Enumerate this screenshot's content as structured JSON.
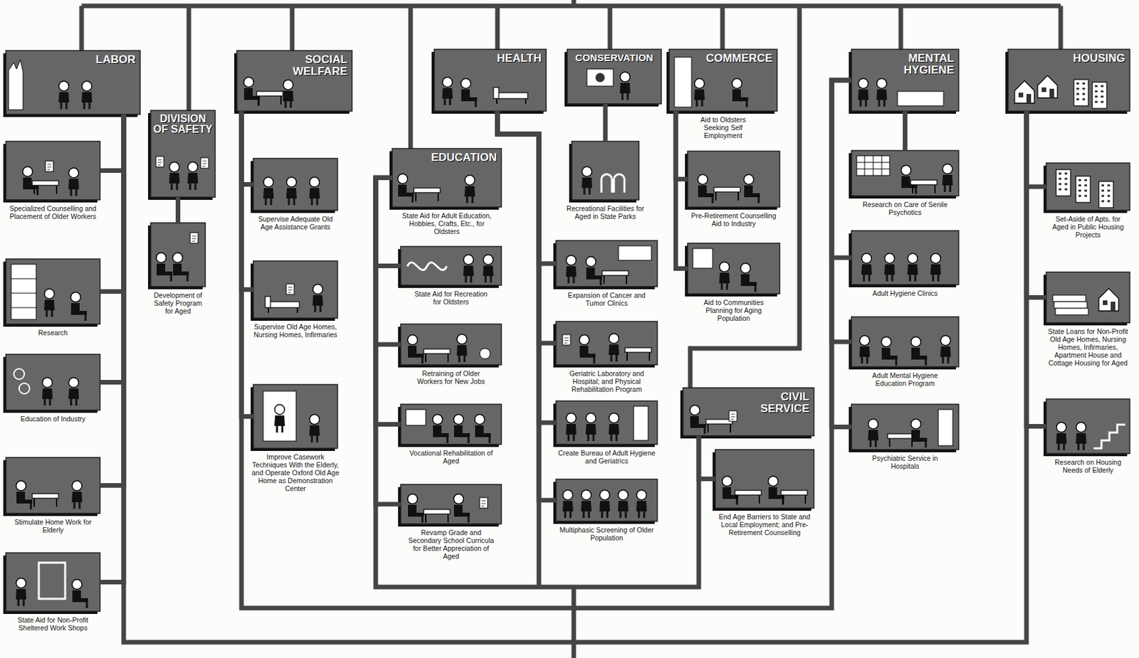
{
  "diagram": {
    "nodes": [
      {
        "text": [
          "LABOR"
        ]
      },
      {
        "text": [
          "Specialized Counselling and Placement of Older Workers"
        ]
      },
      {
        "text": [
          "Research"
        ]
      },
      {
        "text": [
          "Education of Industry"
        ]
      },
      {
        "text": [
          "Stimulate Home Work for Elderly"
        ]
      },
      {
        "text": [
          "State Aid for Non-Profit Sheltered Work Shops"
        ]
      },
      {
        "text": [
          "DIVISION OF SAFETY"
        ]
      },
      {
        "text": [
          "Development of Safety Program for Aged"
        ]
      },
      {
        "text": [
          "SOCIAL WELFARE"
        ]
      },
      {
        "text": [
          "Supervise Adequate Old Age Assistance Grants"
        ]
      },
      {
        "text": [
          "Supervise Old Age Homes, Nursing Homes, Infirmaries"
        ]
      },
      {
        "text": [
          "Improve Casework Techniques With the Elderly, and Operate Oxford Old Age Home as Demonstration Center"
        ]
      },
      {
        "text": [
          "HEALTH"
        ]
      },
      {
        "text": [
          "Expansion of Cancer and Tumor Clinics"
        ]
      },
      {
        "text": [
          "Geriatric Laboratory and Hospital; and Physical Rehabilitation Program"
        ]
      },
      {
        "text": [
          "Create Bureau of Adult Hygiene and Geriatrics"
        ]
      },
      {
        "text": [
          "Multiphasic Screening of Older Population"
        ]
      },
      {
        "text": [
          "EDUCATION",
          "State Aid for Adult Education, Hobbies, Crafts, Etc., for Oldsters"
        ]
      },
      {
        "text": [
          "State Aid for Recreation for Oldsters"
        ]
      },
      {
        "text": [
          "Retraining of Older Workers for New Jobs"
        ]
      },
      {
        "text": [
          "Vocational Rehabilitation of Aged"
        ]
      },
      {
        "text": [
          "Revamp Grade and Secondary School Curricula for Better Appreciation of Aged"
        ]
      },
      {
        "text": [
          "CONSERVATION"
        ]
      },
      {
        "text": [
          "Recreational Facilities for Aged in State Parks"
        ]
      },
      {
        "text": [
          "COMMERCE",
          "Aid to Oldsters Seeking Self Employment"
        ]
      },
      {
        "text": [
          "Pre-Retirement Counselling Aid to Industry"
        ]
      },
      {
        "text": [
          "Aid to Communities Planning for Aging Population"
        ]
      },
      {
        "text": [
          "CIVIL SERVICE"
        ]
      },
      {
        "text": [
          "End Age Barriers to State and Local Employment; and Pre-Retirement Counselling"
        ]
      },
      {
        "text": [
          "MENTAL HYGIENE"
        ]
      },
      {
        "text": [
          "Research on Care of Senile Psychotics"
        ]
      },
      {
        "text": [
          "Adult Hygiene Clinics"
        ]
      },
      {
        "text": [
          "Adult Mental Hygiene Education Program"
        ]
      },
      {
        "text": [
          "Psychiatric Service in Hospitals"
        ]
      },
      {
        "text": [
          "HOUSING"
        ]
      },
      {
        "text": [
          "Set-Aside of Apts. for Aged in Public Housing Projects"
        ]
      },
      {
        "text": [
          "State Loans for Non-Profit Old Age Homes, Nursing Homes, Infirmaries, Apartment House and Cottage Housing for Aged"
        ]
      },
      {
        "text": [
          "Research on Housing Needs of Elderly"
        ]
      }
    ],
    "edges": [
      {
        "from": 0,
        "to": 1,
        "arrow": "none"
      },
      {
        "from": 0,
        "to": 2,
        "arrow": "none"
      },
      {
        "from": 0,
        "to": 3,
        "arrow": "none"
      },
      {
        "from": 0,
        "to": 4,
        "arrow": "none"
      },
      {
        "from": 0,
        "to": 5,
        "arrow": "none"
      },
      {
        "from": 6,
        "to": 7,
        "arrow": "none"
      },
      {
        "from": 8,
        "to": 9,
        "arrow": "none"
      },
      {
        "from": 8,
        "to": 10,
        "arrow": "none"
      },
      {
        "from": 8,
        "to": 11,
        "arrow": "none"
      },
      {
        "from": 12,
        "to": 13,
        "arrow": "none"
      },
      {
        "from": 12,
        "to": 14,
        "arrow": "none"
      },
      {
        "from": 12,
        "to": 15,
        "arrow": "none"
      },
      {
        "from": 12,
        "to": 16,
        "arrow": "none"
      },
      {
        "from": 17,
        "to": 18,
        "arrow": "none"
      },
      {
        "from": 17,
        "to": 19,
        "arrow": "none"
      },
      {
        "from": 17,
        "to": 20,
        "arrow": "none"
      },
      {
        "from": 17,
        "to": 21,
        "arrow": "none"
      },
      {
        "from": 22,
        "to": 23,
        "arrow": "none"
      },
      {
        "from": 24,
        "to": 25,
        "arrow": "none"
      },
      {
        "from": 24,
        "to": 26,
        "arrow": "none"
      },
      {
        "from": 27,
        "to": 28,
        "arrow": "none"
      },
      {
        "from": 29,
        "to": 30,
        "arrow": "none"
      },
      {
        "from": 29,
        "to": 31,
        "arrow": "none"
      },
      {
        "from": 29,
        "to": 32,
        "arrow": "none"
      },
      {
        "from": 29,
        "to": 33,
        "arrow": "none"
      },
      {
        "from": 34,
        "to": 35,
        "arrow": "none"
      },
      {
        "from": 34,
        "to": 36,
        "arrow": "none"
      },
      {
        "from": 34,
        "to": 37,
        "arrow": "none"
      }
    ]
  }
}
